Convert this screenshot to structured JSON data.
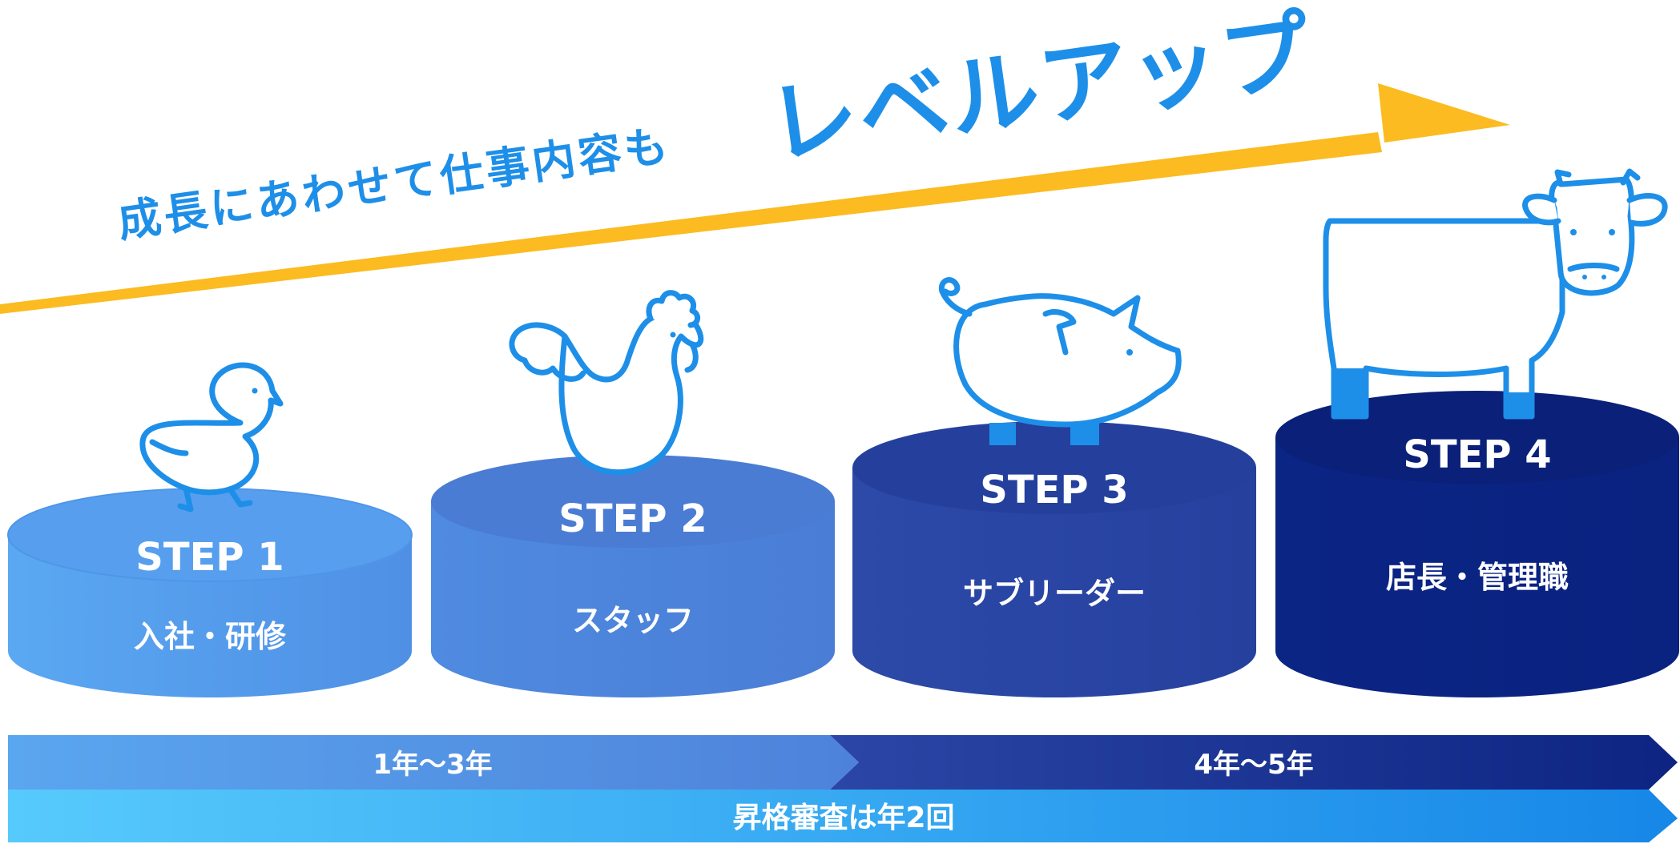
{
  "headline": {
    "lead": "成長にあわせて仕事内容も",
    "emphasis": "レベルアップ"
  },
  "steps": [
    {
      "step": "STEP 1",
      "role": "入社・研修",
      "animal_icon": "chick-icon"
    },
    {
      "step": "STEP 2",
      "role": "スタッフ",
      "animal_icon": "hen-icon"
    },
    {
      "step": "STEP 3",
      "role": "サブリーダー",
      "animal_icon": "pig-icon"
    },
    {
      "step": "STEP 4",
      "role": "店長・管理職",
      "animal_icon": "cow-icon"
    }
  ],
  "timeline": {
    "period_1": "1年〜3年",
    "period_2": "4年〜5年",
    "review": "昇格審査は年2回"
  },
  "colors": {
    "arrow": "#FBBB21",
    "headline": "#1E8FE8",
    "step1": "#5AA8F2",
    "step2": "#4D81D8",
    "step3": "#2A45A3",
    "step4": "#0C2483",
    "review_bar_start": "#55C8FB",
    "review_bar_end": "#1A8DEA",
    "icon_stroke": "#1E8FE8"
  }
}
